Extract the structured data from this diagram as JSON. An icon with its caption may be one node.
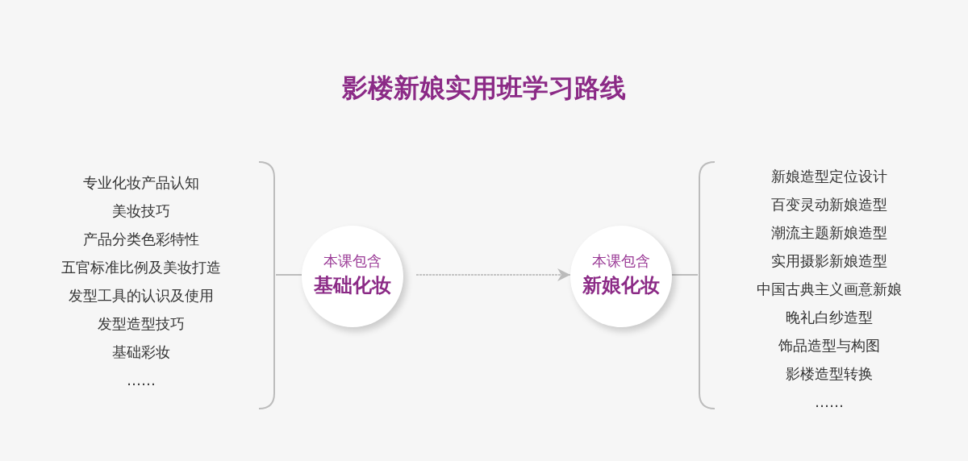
{
  "diagram": {
    "title": "影楼新娘实用班学习路线",
    "nodes": [
      {
        "text": [
          "专业化妆产品认知",
          "美妆技巧",
          "产品分类色彩特性",
          "五官标准比例及美妆打造",
          "发型工具的认识及使用",
          "发型造型技巧",
          "基础彩妆",
          "……"
        ]
      },
      {
        "text": [
          "本课包含",
          "基础化妆"
        ]
      },
      {
        "text": [
          "本课包含",
          "新娘化妆"
        ]
      },
      {
        "text": [
          "新娘造型定位设计",
          "百变灵动新娘造型",
          "潮流主题新娘造型",
          "实用摄影新娘造型",
          "中国古典主义画意新娘",
          "晚礼白纱造型",
          "饰品造型与构图",
          "影楼造型转换",
          "……"
        ]
      }
    ],
    "edges": [
      {
        "from": 0,
        "to": 1,
        "arrow": "none"
      },
      {
        "from": 1,
        "to": 2,
        "arrow": "to",
        "style": "dashed"
      },
      {
        "from": 2,
        "to": 3,
        "arrow": "none"
      }
    ]
  }
}
